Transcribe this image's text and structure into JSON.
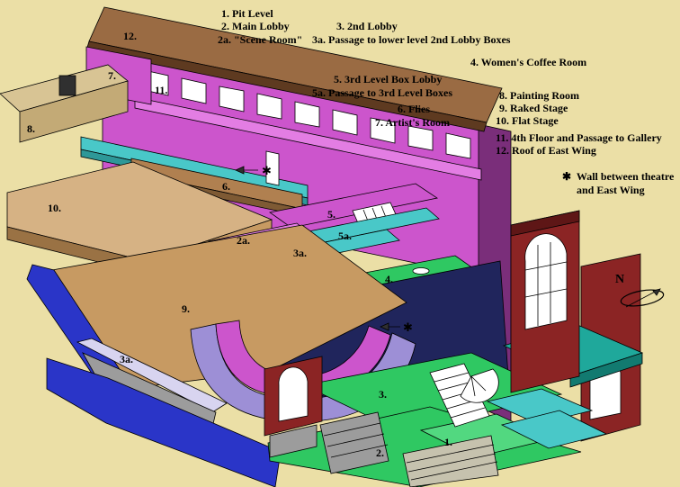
{
  "colors": {
    "bg": "#EBDFA6",
    "roof": "#9A6B43",
    "roof_dark": "#5E3A20",
    "pink": "#CC55CC",
    "pink_light": "#E37DE3",
    "pink_dark": "#7A2E7A",
    "cyan": "#49C8C8",
    "cyan_dark": "#2E9898",
    "tan": "#C79A62",
    "tan_light": "#D6B284",
    "tan_dark": "#9A7244",
    "khaki": "#C3AA76",
    "khaki_light": "#D8C494",
    "green": "#2FC862",
    "green_light": "#52D880",
    "blue": "#2A35C8",
    "navy": "#20255C",
    "brick": "#8B2424",
    "brick_dark": "#5E1616",
    "teal": "#1FA89B",
    "teal_dark": "#127A70",
    "lavender": "#9D8FD6",
    "lav_light": "#D8D4F0",
    "gray": "#9C9C9C",
    "gray_light": "#C6C2AE",
    "white": "#FFFFFF",
    "beam": "#B08050",
    "beam_dark": "#7E5A34"
  },
  "legend": {
    "items": [
      {
        "num": "1.",
        "label": "Pit Level"
      },
      {
        "num": "2.",
        "label": "Main Lobby"
      },
      {
        "num": "2a.",
        "label": "\"Scene Room\""
      },
      {
        "num": "3.",
        "label": "2nd Lobby"
      },
      {
        "num": "3a.",
        "label": "Passage to lower level 2nd Lobby Boxes"
      },
      {
        "num": "4.",
        "label": "Women's Coffee Room"
      },
      {
        "num": "5.",
        "label": "3rd Level Box Lobby"
      },
      {
        "num": "5a.",
        "label": "Passage to 3rd Level Boxes"
      },
      {
        "num": "6.",
        "label": "Flies"
      },
      {
        "num": "7.",
        "label": "Artist's Room"
      },
      {
        "num": "8.",
        "label": "Painting Room"
      },
      {
        "num": "9.",
        "label": "Raked Stage"
      },
      {
        "num": "10.",
        "label": "Flat Stage"
      },
      {
        "num": "11.",
        "label": "4th Floor and Passage to Gallery"
      },
      {
        "num": "12.",
        "label": "Roof of East Wing"
      }
    ],
    "note": {
      "symbol": "✱",
      "line1": "Wall between theatre",
      "line2": "and East Wing"
    }
  },
  "markers": {
    "m1": "1.",
    "m2": "2.",
    "m2a": "2a.",
    "m3": "3.",
    "m3a": "3a.",
    "m4": "4.",
    "m5": "5.",
    "m5a": "5a.",
    "m6": "6.",
    "m7": "7.",
    "m8": "8.",
    "m9": "9.",
    "m10": "10.",
    "m11": "11.",
    "m12": "12.",
    "star": "✱"
  },
  "compass": {
    "label": "N"
  }
}
